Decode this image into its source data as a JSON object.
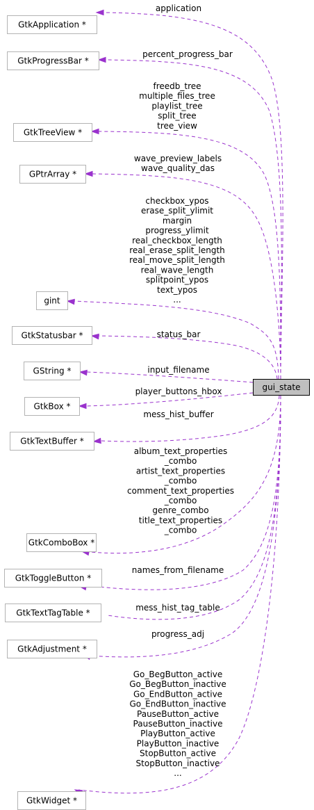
{
  "target": {
    "label": "gui_state"
  },
  "colors": {
    "edge": "#9a32cd",
    "node_border": "#b3b3b3",
    "target_fill": "#bfbfbf"
  },
  "nodes": [
    {
      "label": "GtkApplication *",
      "members": [
        "application"
      ]
    },
    {
      "label": "GtkProgressBar *",
      "members": [
        "percent_progress_bar"
      ]
    },
    {
      "label": "GtkTreeView *",
      "members": [
        "freedb_tree",
        "multiple_files_tree",
        "playlist_tree",
        "split_tree",
        "tree_view"
      ]
    },
    {
      "label": "GPtrArray *",
      "members": [
        "wave_preview_labels",
        "wave_quality_das"
      ]
    },
    {
      "label": "gint",
      "members": [
        "checkbox_ypos",
        "erase_split_ylimit",
        "margin",
        "progress_ylimit",
        "real_checkbox_length",
        "real_erase_split_length",
        "real_move_split_length",
        "real_wave_length",
        "splitpoint_ypos",
        "text_ypos",
        "..."
      ]
    },
    {
      "label": "GtkStatusbar *",
      "members": [
        "status_bar"
      ]
    },
    {
      "label": "GString *",
      "members": [
        "input_filename"
      ]
    },
    {
      "label": "GtkBox *",
      "members": [
        "player_buttons_hbox"
      ]
    },
    {
      "label": "GtkTextBuffer *",
      "members": [
        "mess_hist_buffer"
      ]
    },
    {
      "label": "GtkComboBox *",
      "members": [
        "album_text_properties",
        "_combo",
        "artist_text_properties",
        "_combo",
        "comment_text_properties",
        "_combo",
        "genre_combo",
        "title_text_properties",
        "_combo"
      ]
    },
    {
      "label": "GtkToggleButton *",
      "members": [
        "names_from_filename"
      ]
    },
    {
      "label": "GtkTextTagTable *",
      "members": [
        "mess_hist_tag_table"
      ]
    },
    {
      "label": "GtkAdjustment *",
      "members": [
        "progress_adj"
      ]
    },
    {
      "label": "GtkWidget *",
      "members": [
        "Go_BegButton_active",
        "Go_BegButton_inactive",
        "Go_EndButton_active",
        "Go_EndButton_inactive",
        "PauseButton_active",
        "PauseButton_inactive",
        "PlayButton_active",
        "PlayButton_inactive",
        "StopButton_active",
        "StopButton_inactive",
        "..."
      ]
    }
  ]
}
